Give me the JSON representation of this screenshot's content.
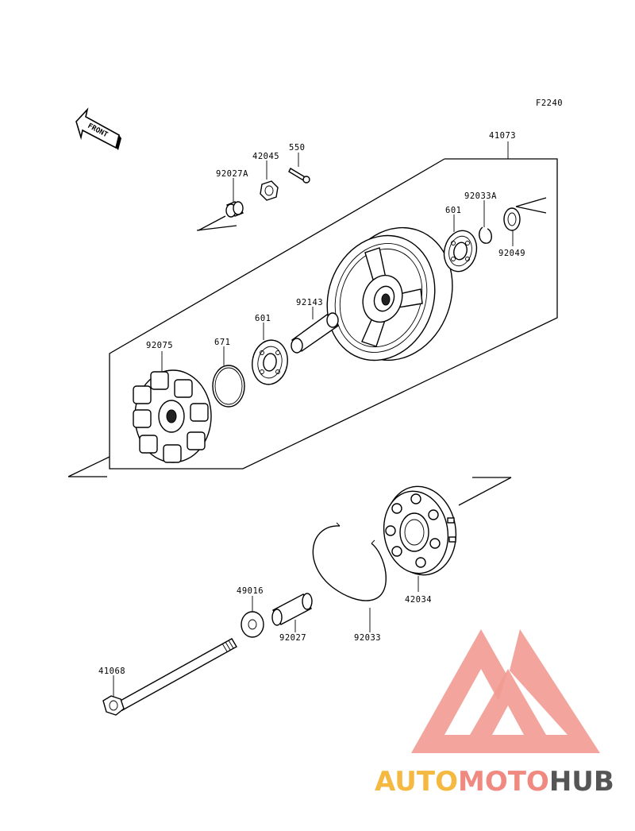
{
  "figure_code": "F2240",
  "front_label": "FRONT",
  "part_labels": {
    "p41073": "41073",
    "p550": "550",
    "p42045": "42045",
    "p92027A": "92027A",
    "p92033A": "92033A",
    "p601_right": "601",
    "p92049": "92049",
    "p92143": "92143",
    "p601_left": "601",
    "p671": "671",
    "p92075": "92075",
    "p42034": "42034",
    "p49016": "49016",
    "p92027": "92027",
    "p92033": "92033",
    "p41068": "41068"
  },
  "watermark": {
    "part1": "AUTO",
    "part2": "MOTO",
    "part3": "HUB",
    "color1": "#f5b942",
    "color2": "#f08a80",
    "color3": "#555555",
    "logo_color": "#f08a80"
  }
}
